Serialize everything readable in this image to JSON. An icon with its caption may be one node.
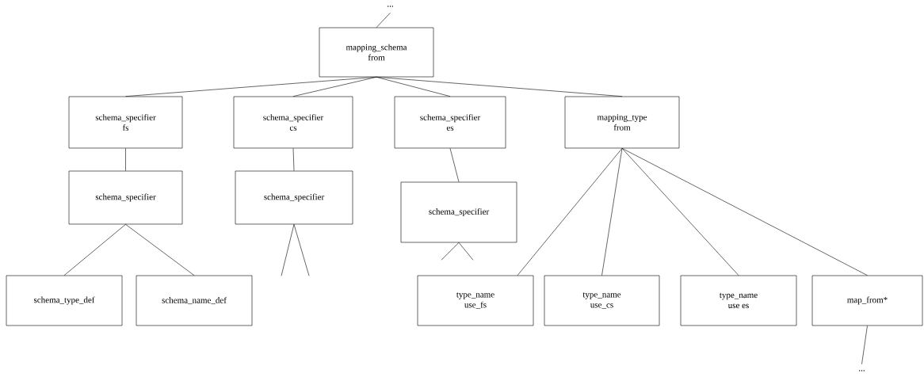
{
  "diagram": {
    "nodes": [
      {
        "text": [
          "..."
        ]
      },
      {
        "text": [
          "mapping_schema",
          "from"
        ]
      },
      {
        "text": [
          "schema_specifier",
          "fs"
        ]
      },
      {
        "text": [
          "schema_specifier",
          "cs"
        ]
      },
      {
        "text": [
          "schema_specifier",
          "es"
        ]
      },
      {
        "text": [
          "mapping_type",
          "from"
        ]
      },
      {
        "text": [
          "schema_specifier"
        ]
      },
      {
        "text": [
          "schema_specifier"
        ]
      },
      {
        "text": [
          "schema_specifier"
        ]
      },
      {
        "text": [
          "schema_type_def"
        ]
      },
      {
        "text": [
          "schema_name_def"
        ]
      },
      {
        "text": [
          "type_name",
          "use_fs"
        ]
      },
      {
        "text": [
          "type_name",
          "use_cs"
        ]
      },
      {
        "text": [
          "type_name",
          "use es"
        ]
      },
      {
        "text": [
          "map_from*"
        ]
      },
      {
        "text": [
          "..."
        ]
      }
    ],
    "edges": [
      {
        "from": 0,
        "to": 1,
        "arrow": "none"
      },
      {
        "from": 1,
        "to": 2,
        "arrow": "none"
      },
      {
        "from": 1,
        "to": 3,
        "arrow": "none"
      },
      {
        "from": 1,
        "to": 4,
        "arrow": "none"
      },
      {
        "from": 1,
        "to": 5,
        "arrow": "none"
      },
      {
        "from": 2,
        "to": 6,
        "arrow": "none"
      },
      {
        "from": 3,
        "to": 7,
        "arrow": "none"
      },
      {
        "from": 4,
        "to": 8,
        "arrow": "none"
      },
      {
        "from": 6,
        "to": 9,
        "arrow": "none"
      },
      {
        "from": 6,
        "to": 10,
        "arrow": "none"
      },
      {
        "from": 7,
        "to": null,
        "arrow": "none"
      },
      {
        "from": 7,
        "to": null,
        "arrow": "none"
      },
      {
        "from": 8,
        "to": null,
        "arrow": "none"
      },
      {
        "from": 8,
        "to": null,
        "arrow": "none"
      },
      {
        "from": 5,
        "to": 11,
        "arrow": "none"
      },
      {
        "from": 5,
        "to": 12,
        "arrow": "none"
      },
      {
        "from": 5,
        "to": 13,
        "arrow": "none"
      },
      {
        "from": 5,
        "to": 14,
        "arrow": "none"
      },
      {
        "from": 14,
        "to": 15,
        "arrow": "none"
      }
    ]
  }
}
